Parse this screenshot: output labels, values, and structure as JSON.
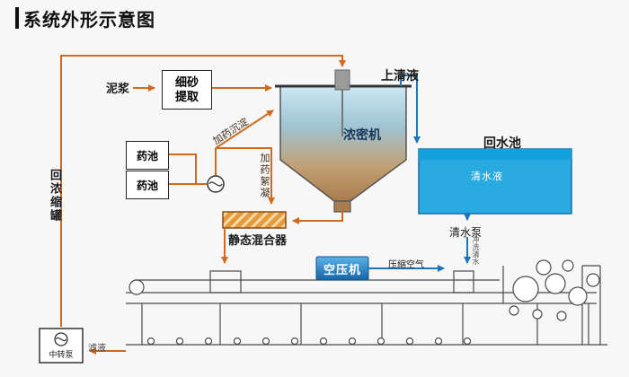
{
  "title": "系统外形示意图",
  "colors": {
    "pipe_orange": "#D2691E",
    "pipe_blue": "#1C75BC",
    "pool_blue": "#29ABE2",
    "compressor_blue": "#1565a8",
    "mixer_orange": "#E59B3C"
  },
  "nodes": {
    "mud": "泥浆",
    "fine_sand_extract": "细砂提取",
    "supernatant": "上清液",
    "thickener": "浓密机",
    "return_pool": "回水池",
    "clear_water": "清水液",
    "clear_water_pump": "清水泵",
    "flush_water": "冲洗清水",
    "chem_pool_1": "药池",
    "chem_pool_2": "药池",
    "dosing_sedimentation": "加药沉淀",
    "dosing_flocculation": "加药絮凝",
    "static_mixer": "静态混合器",
    "air_compressor": "空压机",
    "compressed_air": "压缩空气",
    "return_concentrate_tank": "回浓缩罐",
    "transfer_pump": "中转泵",
    "filtrate": "滤液"
  }
}
